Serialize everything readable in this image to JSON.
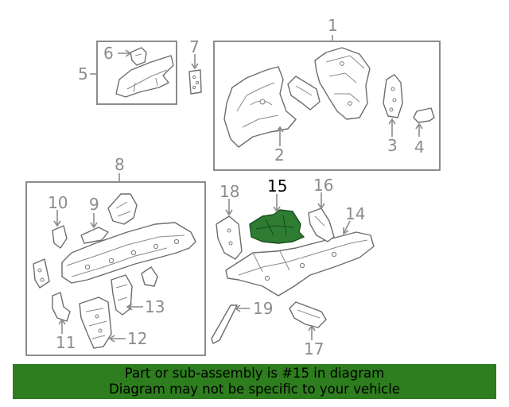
{
  "diagram": {
    "callouts": [
      "1",
      "2",
      "3",
      "4",
      "5",
      "6",
      "7",
      "8",
      "9",
      "10",
      "11",
      "12",
      "13",
      "14",
      "15",
      "16",
      "17",
      "18",
      "19"
    ],
    "highlighted_callout": "15",
    "colors": {
      "highlight": "#2e7d32",
      "banner": "#2e7d1e",
      "line": "#8c8c8c"
    }
  },
  "banner": {
    "line1": "Part or sub-assembly is #15 in diagram",
    "line2": "Diagram may not be specific to your vehicle"
  }
}
